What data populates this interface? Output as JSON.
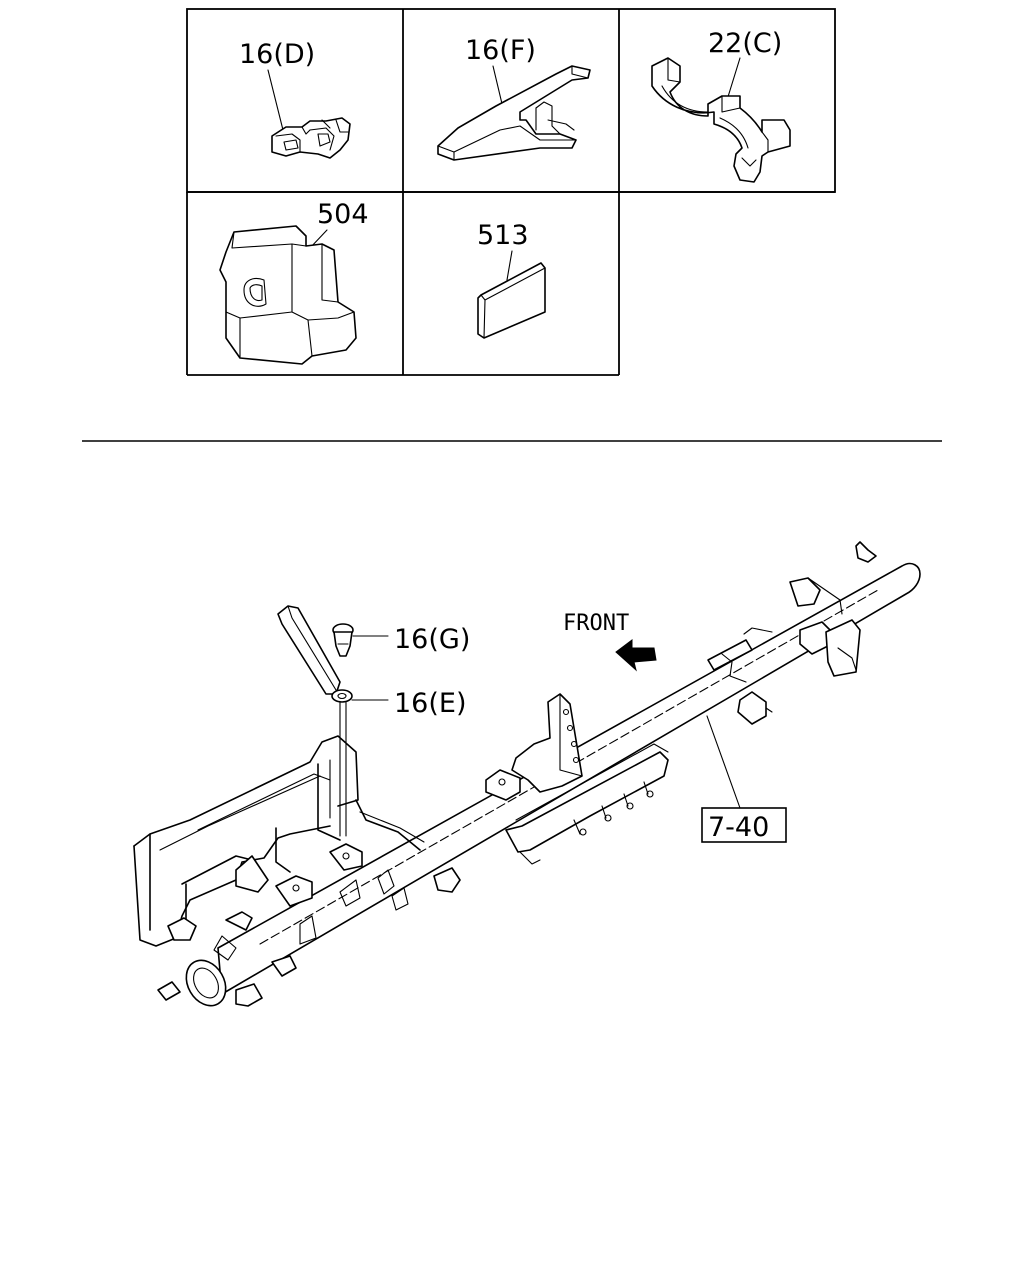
{
  "parts_table": {
    "cells": [
      {
        "label": "16(D)",
        "icon": "clip-icon"
      },
      {
        "label": "16(F)",
        "icon": "bracket-icon"
      },
      {
        "label": "22(C)",
        "icon": "clamp-icon"
      },
      {
        "label": "504",
        "icon": "insulator-pad-icon"
      },
      {
        "label": "513",
        "icon": "tape-patch-icon"
      }
    ]
  },
  "main_diagram": {
    "label_g": "16(G)",
    "label_e": "16(E)",
    "front_label": "FRONT",
    "ref_box": "7-40",
    "arrow_icon": "front-arrow-icon"
  }
}
